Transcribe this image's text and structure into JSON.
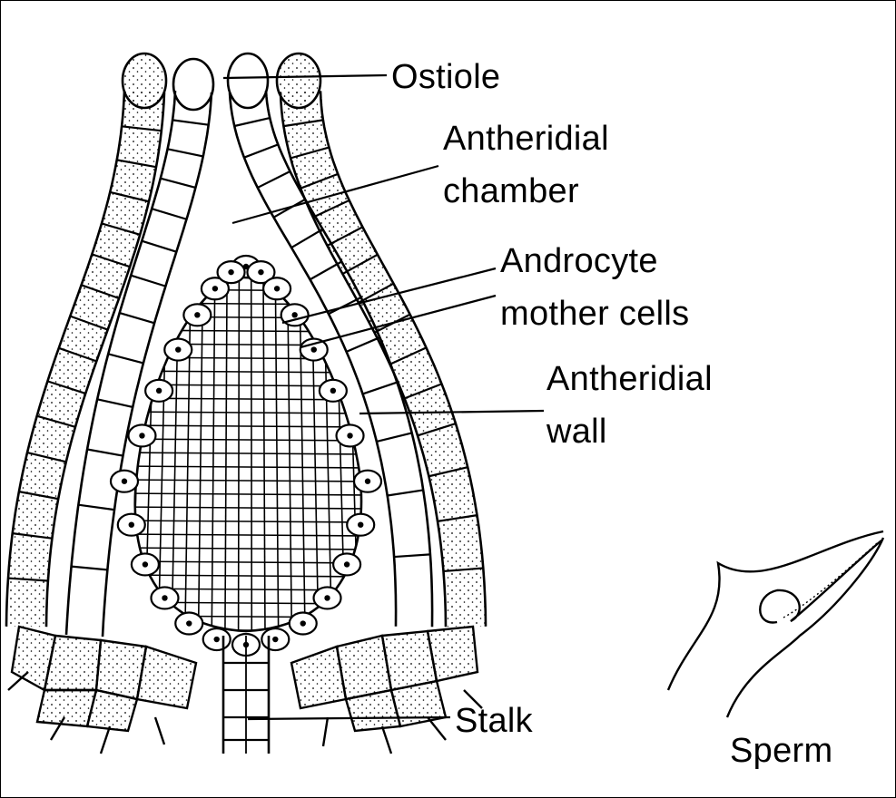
{
  "labels": {
    "ostiole": "Ostiole",
    "chamber_1": "Antheridial",
    "chamber_2": "chamber",
    "androcyte_1": "Androcyte",
    "androcyte_2": "mother cells",
    "wall_1": "Antheridial",
    "wall_2": "wall",
    "stalk": "Stalk",
    "sperm": "Sperm"
  },
  "colors": {
    "ink": "#000000",
    "paper": "#ffffff"
  }
}
